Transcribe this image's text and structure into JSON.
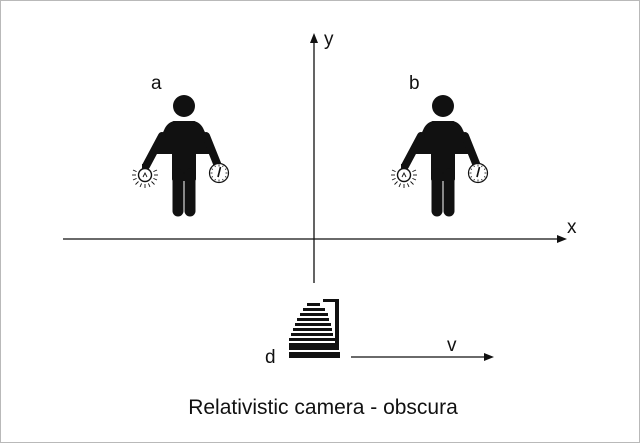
{
  "diagram": {
    "axes": {
      "x_label": "x",
      "y_label": "y"
    },
    "observers": [
      {
        "label": "a",
        "left_hand_icon": "light-bulb-icon",
        "right_hand_icon": "clock-icon"
      },
      {
        "label": "b",
        "left_hand_icon": "light-bulb-icon",
        "right_hand_icon": "clock-icon"
      }
    ],
    "camera": {
      "label": "d",
      "icon": "camera-obscura-icon"
    },
    "velocity": {
      "label": "v"
    },
    "caption": "Relativistic camera - obscura",
    "colors": {
      "ink": "#111111",
      "border": "#b9b9b9",
      "background": "#ffffff"
    }
  }
}
